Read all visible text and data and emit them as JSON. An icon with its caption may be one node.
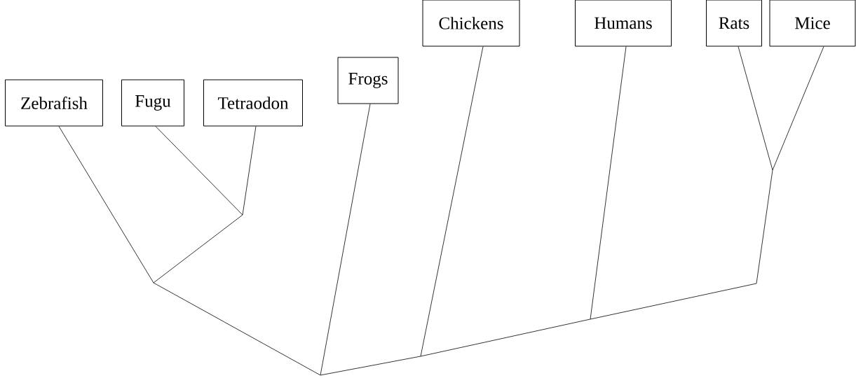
{
  "diagram": {
    "nodes": [
      {
        "text": [
          "Zebrafish"
        ]
      },
      {
        "text": [
          "Fugu"
        ]
      },
      {
        "text": [
          "Tetraodon"
        ]
      },
      {
        "text": [
          "Frogs"
        ]
      },
      {
        "text": [
          "Chickens"
        ]
      },
      {
        "text": [
          "Humans"
        ]
      },
      {
        "text": [
          "Rats"
        ]
      },
      {
        "text": [
          "Mice"
        ]
      }
    ]
  }
}
